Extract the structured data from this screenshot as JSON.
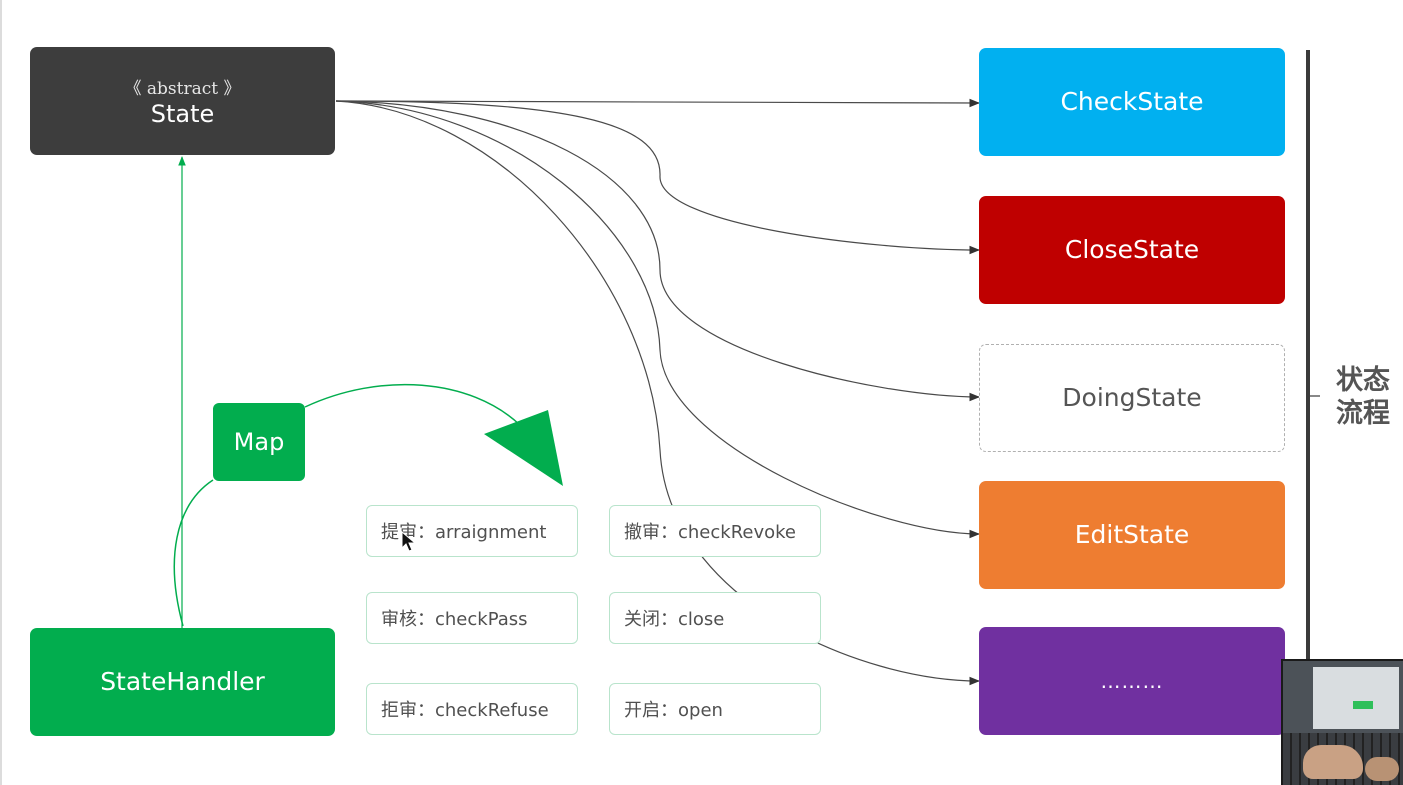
{
  "diagram": {
    "abstract_class": {
      "stereotype": "《 abstract 》",
      "name": "State"
    },
    "handler": {
      "name": "StateHandler"
    },
    "map_node": {
      "label": "Map"
    },
    "states": [
      {
        "name": "CheckState",
        "color": "#01b0f0"
      },
      {
        "name": "CloseState",
        "color": "#bf0000"
      },
      {
        "name": "DoingState",
        "color": "#ffffff",
        "style": "dashed"
      },
      {
        "name": "EditState",
        "color": "#ee7d31"
      },
      {
        "name": "………",
        "color": "#7030a0"
      }
    ],
    "methods": [
      {
        "label": "提审：arraignment"
      },
      {
        "label": "撤审：checkRevoke"
      },
      {
        "label": "审核：checkPass"
      },
      {
        "label": "关闭：close"
      },
      {
        "label": "拒审：checkRefuse"
      },
      {
        "label": "开启：open"
      }
    ],
    "flow_label": "状态流程",
    "colors": {
      "green": "#02ad4e",
      "connector": "#4a4a4a",
      "method_border": "#b9e4cc"
    }
  }
}
